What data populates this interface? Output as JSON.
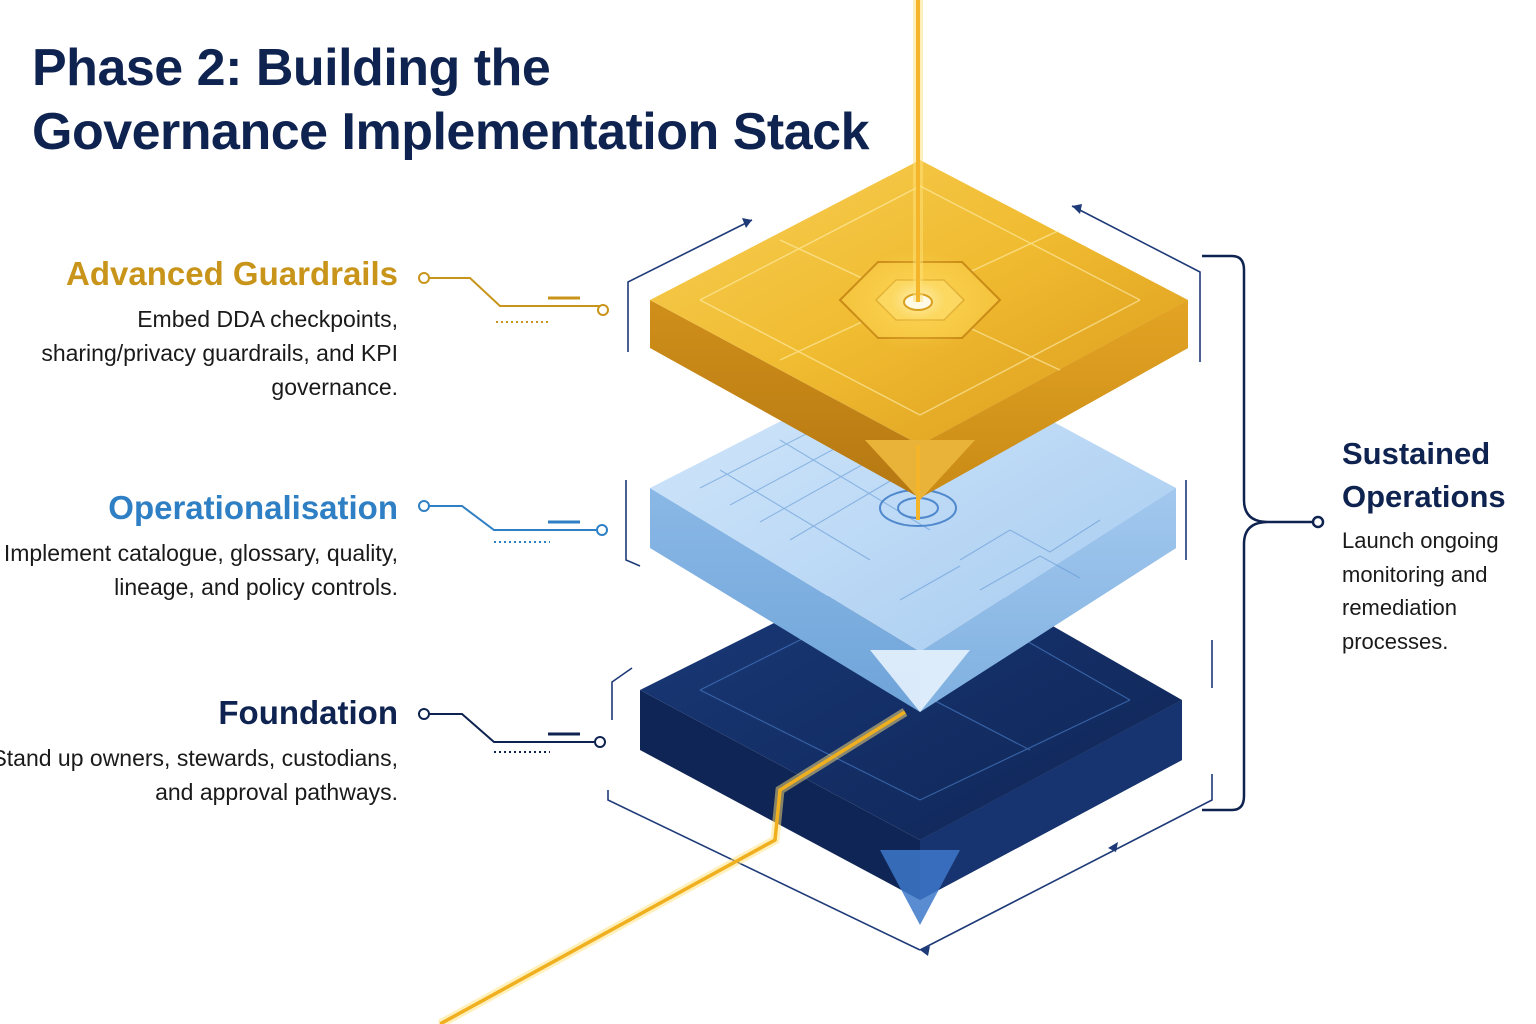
{
  "title": {
    "line1": "Phase 2: Building the",
    "line2": "Governance Implementation Stack"
  },
  "layers": [
    {
      "heading": "Advanced Guardrails",
      "description": "Embed DDA checkpoints, sharing/privacy guardrails, and KPI governance."
    },
    {
      "heading": "Operationalisation",
      "description": "Implement catalogue, glossary, quality, lineage, and policy controls."
    },
    {
      "heading": "Foundation",
      "description": "Stand up owners, stewards, custodians, and approval pathways."
    }
  ],
  "side": {
    "heading_line1": "Sustained",
    "heading_line2": "Operations",
    "description_lines": [
      "Launch ongoing",
      "monitoring and",
      "remediation",
      "processes."
    ]
  },
  "colors": {
    "navy": "#0f2350",
    "gold": "#e8a92a",
    "light_blue": "#a9cdf0",
    "mid_blue": "#2f7fc4",
    "dark_blue": "#14306a"
  }
}
